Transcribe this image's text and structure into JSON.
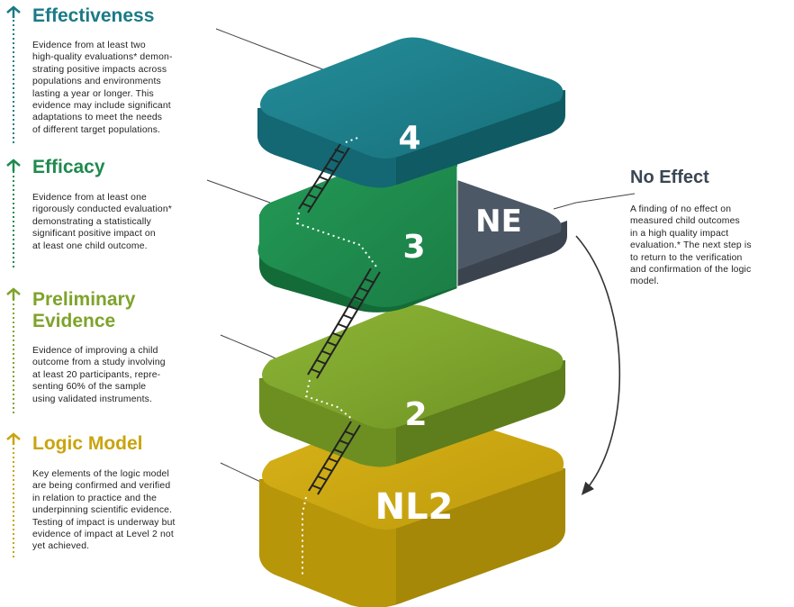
{
  "levels": [
    {
      "id": "effectiveness",
      "title": "Effectiveness",
      "color": "#1a7a86",
      "block_label": "4",
      "description": "Evidence from at least two\nhigh-quality evaluations* demon-\nstrating positive impacts across\npopulations and environments\nlasting a year or longer. This\nevidence may include significant\nadaptations to meet the needs\nof different target populations."
    },
    {
      "id": "efficacy",
      "title": "Efficacy",
      "color": "#1f8a4d",
      "block_label": "3",
      "description": "Evidence from at least one\nrigorously conducted evaluation*\ndemonstrating a statistically\nsignificant positive impact on\nat least one child outcome."
    },
    {
      "id": "preliminary",
      "title": "Preliminary\nEvidence",
      "color": "#7fa32a",
      "block_label": "2",
      "description": "Evidence of improving a child\noutcome from a study involving\nat least 20 participants, repre-\nsenting 60% of the sample\nusing validated instruments."
    },
    {
      "id": "logic-model",
      "title": "Logic Model",
      "color": "#c9a40e",
      "block_label": "NL2",
      "description": "Key elements of the logic model\nare being confirmed and verified\nin relation to practice and the\nunderpinning scientific evidence.\nTesting of impact is underway but\nevidence of impact at Level 2 not\nyet achieved."
    }
  ],
  "no_effect": {
    "title": "No Effect",
    "block_label": "NE",
    "color": "#4d5866",
    "description": "A finding of no effect on\nmeasured child outcomes\nin a high quality impact\nevaluation.* The next step is\nto return to the verification\nand confirmation of the logic\nmodel."
  }
}
